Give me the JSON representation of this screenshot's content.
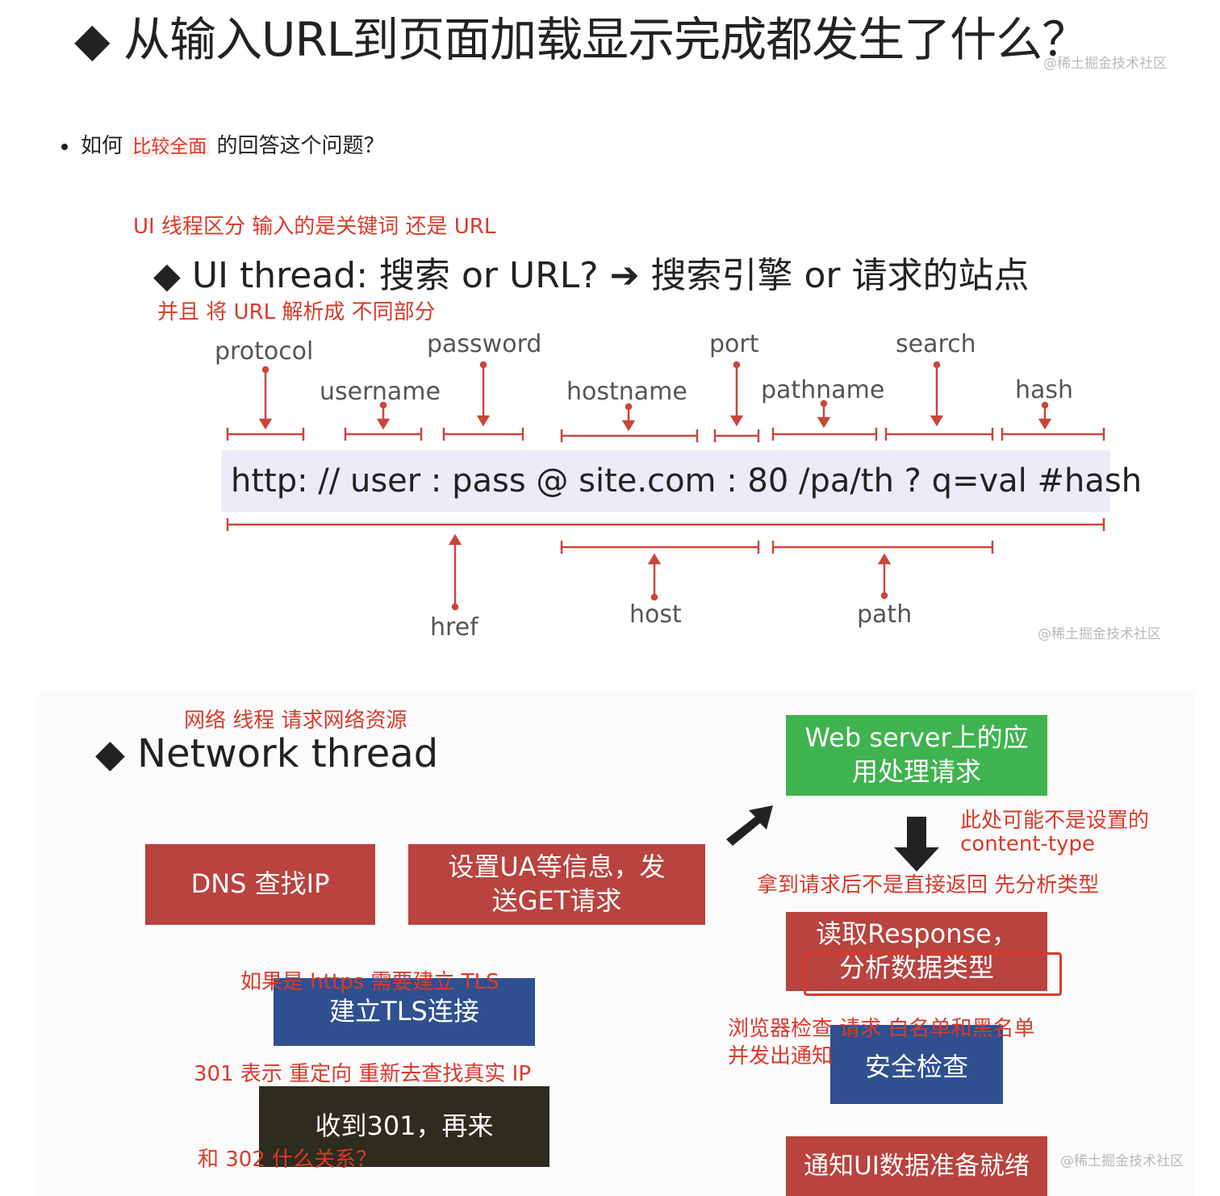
{
  "title": "◆ 从输入URL到页面加载显示完成都发生了什么？",
  "watermark": "@稀土掘金技术社区",
  "question": {
    "before": "如何",
    "highlight": "比较全面",
    "after": "的回答这个问题？"
  },
  "ui_section": {
    "note_top": "UI 线程区分  输入的是关键词 还是 URL",
    "heading": "◆  UI thread: 搜索 or URL?  ➔  搜索引擎 or 请求的站点",
    "note_below": "并且 将 URL 解析成 不同部分",
    "url": "http: // user : pass @ site.com : 80  /pa/th ? q=val #hash",
    "top_labels": {
      "protocol": "protocol",
      "username": "username",
      "password": "password",
      "hostname": "hostname",
      "port": "port",
      "pathname": "pathname",
      "search": "search",
      "hash": "hash"
    },
    "bottom_labels": {
      "href": "href",
      "host": "host",
      "path": "path"
    },
    "watermark": "@稀土掘金技术社区"
  },
  "network_section": {
    "note_top": "网络 线程 请求网络资源",
    "heading": "◆  Network thread",
    "boxes": {
      "dns": "DNS 查找IP",
      "set_ua_line1": "设置UA等信息，发",
      "set_ua_line2": "送GET请求",
      "tls": "建立TLS连接",
      "received_301": "收到301，再来",
      "web_server_line1": "Web server上的应",
      "web_server_line2": "用处理请求",
      "read_response_line1": "读取Response，",
      "read_response_line2": "分析数据类型",
      "security_check": "安全检查",
      "notify_ui": "通知UI数据准备就绪"
    },
    "notes": {
      "tls_note": "如果是 https 需要建立 TLS",
      "redirect_note": "301 表示 重定向 重新去查找真实 IP",
      "redirect_q": "和 302 什么关系？",
      "content_type_line1": "此处可能不是设置的",
      "content_type_line2": "content-type",
      "analyze_note": "拿到请求后不是直接返回 先分析类型",
      "browser_check_line1": "浏览器检查 请求 白名单和黑名单",
      "browser_check_line2": "并发出通知"
    },
    "watermark": "@稀土掘金技术社区"
  },
  "colors": {
    "annotation_red": "#d93a2b",
    "box_red": "#b8433f",
    "box_blue": "#2f4f8f",
    "box_green": "#3fb34f",
    "url_bar": "#ecebf8"
  }
}
